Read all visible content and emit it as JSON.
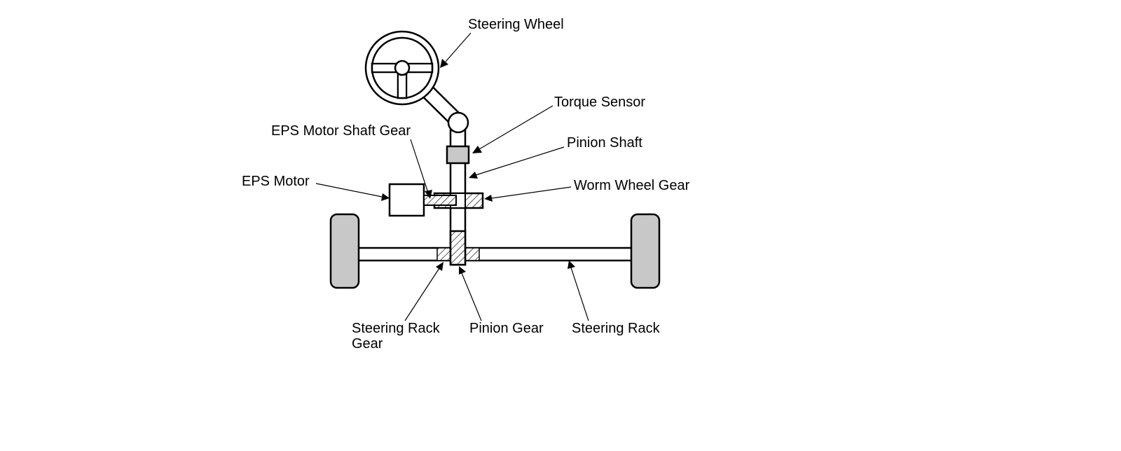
{
  "labels": {
    "steering_wheel": "Steering Wheel",
    "torque_sensor": "Torque Sensor",
    "eps_motor_shaft_gear": "EPS Motor Shaft Gear",
    "pinion_shaft": "Pinion Shaft",
    "eps_motor": "EPS Motor",
    "worm_wheel_gear": "Worm Wheel Gear",
    "steering_rack_gear_line1": "Steering Rack",
    "steering_rack_gear_line2": "Gear",
    "pinion_gear": "Pinion Gear",
    "steering_rack": "Steering Rack"
  },
  "colors": {
    "line": "#000000",
    "fill_gray": "#c8c8c8",
    "background": "#ffffff"
  }
}
